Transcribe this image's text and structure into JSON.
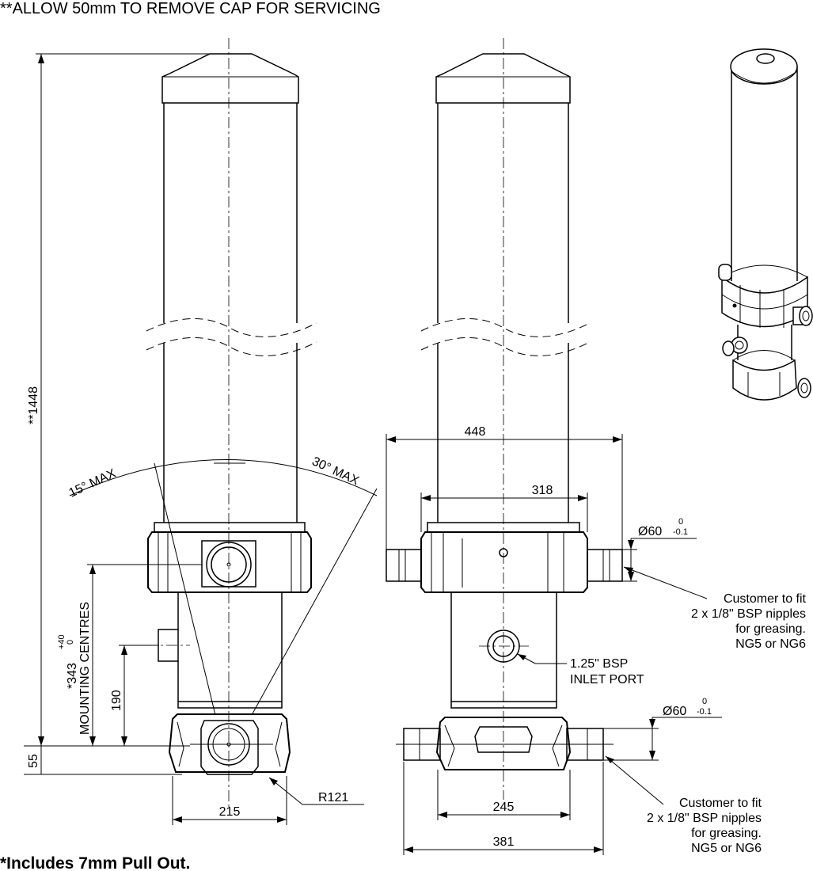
{
  "notes": {
    "top": "**ALLOW 50mm TO REMOVE CAP FOR SERVICING",
    "bottom": "*Includes 7mm Pull Out."
  },
  "side_view": {
    "height_total": "**1448",
    "angle_left": "15° MAX",
    "angle_right": "30° MAX",
    "mounting_dim": "*343",
    "mounting_tol_plus": "+40",
    "mounting_tol_zero": "0",
    "mounting_label": "MOUNTING CENTRES",
    "dim_190": "190",
    "dim_55": "55",
    "dim_215": "215",
    "radius": "R121"
  },
  "front_view": {
    "width_448": "448",
    "width_318": "318",
    "width_245": "245",
    "width_381": "381",
    "dia_upper": "Ø60",
    "dia_upper_tol_top": "0",
    "dia_upper_tol_bottom": "-0.1",
    "dia_lower": "Ø60",
    "dia_lower_tol_top": "0",
    "dia_lower_tol_bottom": "-0.1",
    "note_upper": [
      "Customer to fit",
      "2 x 1/8\" BSP nipples",
      "for greasing.",
      "NG5 or NG6"
    ],
    "inlet": [
      "1.25\" BSP",
      "INLET PORT"
    ],
    "note_lower": [
      "Customer to fit",
      "2 x 1/8\" BSP nipples",
      "for greasing.",
      "NG5 or NG6"
    ]
  },
  "iso_view": {}
}
